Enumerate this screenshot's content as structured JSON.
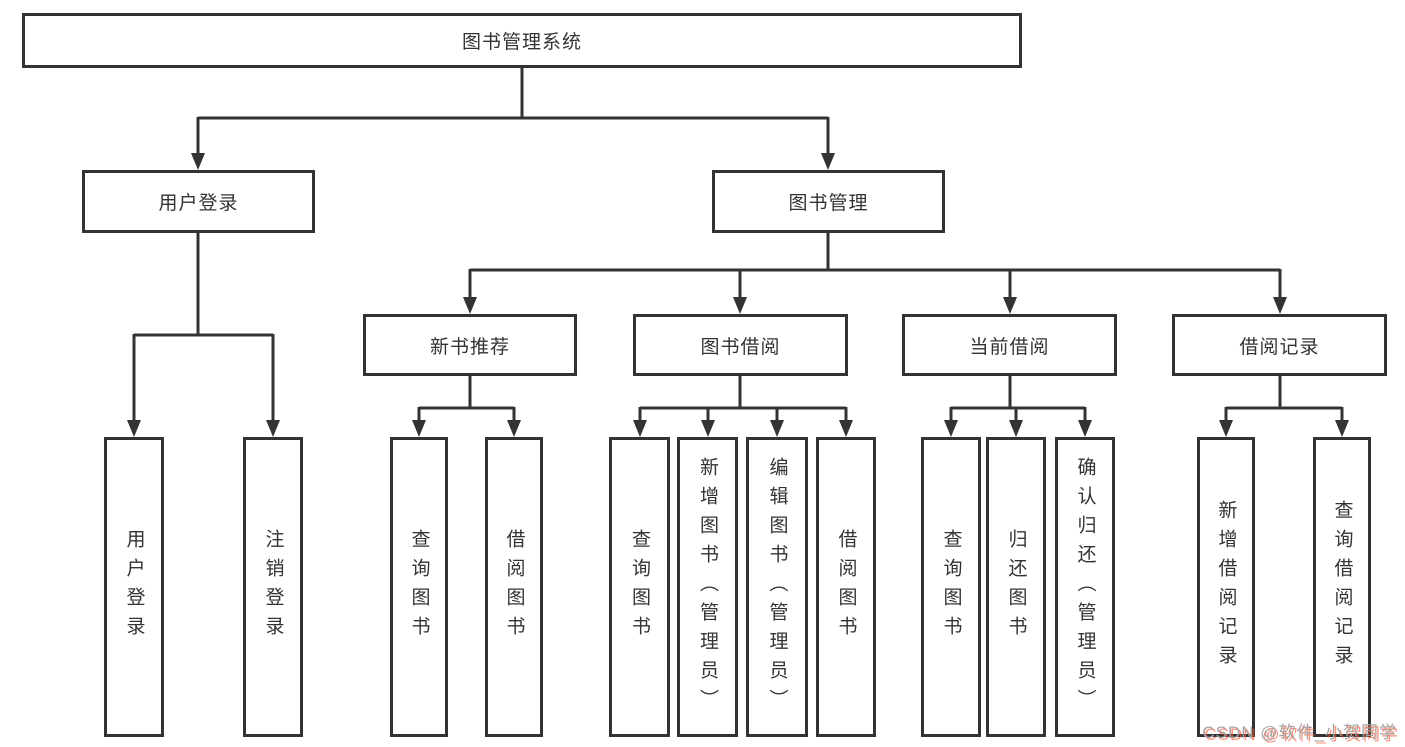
{
  "tree": {
    "root": "图书管理系统",
    "branches": [
      {
        "label": "用户登录",
        "children": [
          "用户登录",
          "注销登录"
        ]
      },
      {
        "label": "图书管理",
        "children": [
          {
            "label": "新书推荐",
            "children": [
              "查询图书",
              "借阅图书"
            ]
          },
          {
            "label": "图书借阅",
            "children": [
              "查询图书",
              "新增图书（管理员）",
              "编辑图书（管理员）",
              "借阅图书"
            ]
          },
          {
            "label": "当前借阅",
            "children": [
              "查询图书",
              "归还图书",
              "确认归还（管理员）"
            ]
          },
          {
            "label": "借阅记录",
            "children": [
              "新增借阅记录",
              "查询借阅记录"
            ]
          }
        ]
      }
    ]
  },
  "watermark": {
    "text": "CSDN @软件_小贺同学"
  },
  "colors": {
    "line": "#333333",
    "text": "#333333",
    "box_background": "#ffffff",
    "watermark_gray": "#a5a5a5",
    "watermark_red": "#fc5531"
  }
}
